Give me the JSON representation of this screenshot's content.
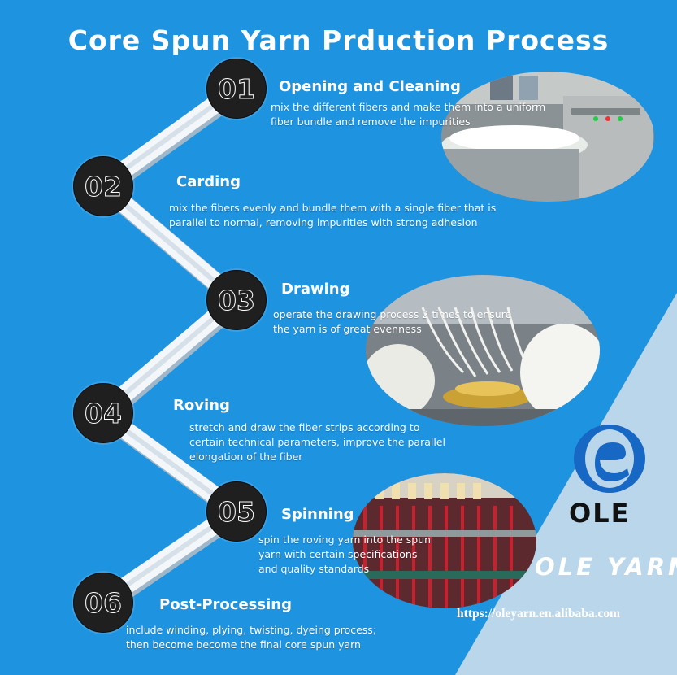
{
  "title": "Core Spun Yarn Prduction Process",
  "steps": [
    {
      "num": "01",
      "heading": "Opening and Cleaning",
      "lines": [
        "mix the different fibers and make them into a uniform",
        "fiber bundle and remove the impurities"
      ]
    },
    {
      "num": "02",
      "heading": "Carding",
      "lines": [
        "mix the fibers evenly and bundle them with a single fiber that is",
        "parallel to normal, removing impurities with strong adhesion"
      ]
    },
    {
      "num": "03",
      "heading": "Drawing",
      "lines": [
        "operate the drawing process 2 times to ensure",
        "the yarn is of great evenness"
      ]
    },
    {
      "num": "04",
      "heading": "Roving",
      "lines": [
        "stretch and draw the fiber strips according to",
        "certain technical parameters, improve the parallel",
        "elongation of the fiber"
      ]
    },
    {
      "num": "05",
      "heading": "Spinning",
      "lines": [
        "spin the roving yarn into the spun",
        "yarn with certain specifications",
        "and quality standards"
      ]
    },
    {
      "num": "06",
      "heading": "Post-Processing",
      "lines": [
        "include winding, plying, twisting, dyeing process;",
        "then become  become the final core spun yarn"
      ]
    }
  ],
  "brand": {
    "logo_text": "OLE",
    "name": "OLE YARN",
    "url": "https://oleyarn.en.alibaba.com"
  },
  "colors": {
    "background": "#1e93e0",
    "badge": "#1f1f1f",
    "corner_panel": "#b9d6ea",
    "logo_blue": "#1767c4"
  }
}
